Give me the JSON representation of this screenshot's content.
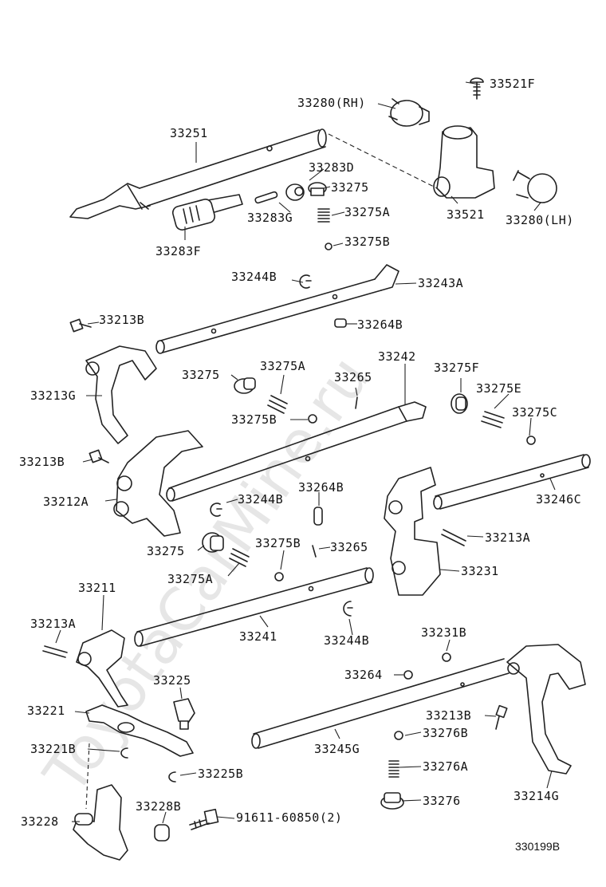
{
  "diagram": {
    "watermark": "ToyotaCarMine.ru",
    "figure_code": "330199B",
    "labels": [
      {
        "id": "33521F",
        "text": "33521F"
      },
      {
        "id": "33280rh",
        "text": "33280(RH)"
      },
      {
        "id": "33251",
        "text": "33251"
      },
      {
        "id": "33283D",
        "text": "33283D"
      },
      {
        "id": "33275a",
        "text": "33275"
      },
      {
        "id": "33283G",
        "text": "33283G"
      },
      {
        "id": "33275A_a",
        "text": "33275A"
      },
      {
        "id": "33521",
        "text": "33521"
      },
      {
        "id": "33280lh",
        "text": "33280(LH)"
      },
      {
        "id": "33283F",
        "text": "33283F"
      },
      {
        "id": "33275B_a",
        "text": "33275B"
      },
      {
        "id": "33244B_a",
        "text": "33244B"
      },
      {
        "id": "33243A",
        "text": "33243A"
      },
      {
        "id": "33213B_a",
        "text": "33213B"
      },
      {
        "id": "33264B_a",
        "text": "33264B"
      },
      {
        "id": "33242",
        "text": "33242"
      },
      {
        "id": "33275b",
        "text": "33275"
      },
      {
        "id": "33275A_b",
        "text": "33275A"
      },
      {
        "id": "33265_a",
        "text": "33265"
      },
      {
        "id": "33275F",
        "text": "33275F"
      },
      {
        "id": "33213G",
        "text": "33213G"
      },
      {
        "id": "33275E",
        "text": "33275E"
      },
      {
        "id": "33275B_b",
        "text": "33275B"
      },
      {
        "id": "33275C",
        "text": "33275C"
      },
      {
        "id": "33213B_b",
        "text": "33213B"
      },
      {
        "id": "33264B_b",
        "text": "33264B"
      },
      {
        "id": "33212A",
        "text": "33212A"
      },
      {
        "id": "33244B_b",
        "text": "33244B"
      },
      {
        "id": "33246C",
        "text": "33246C"
      },
      {
        "id": "33213A_a",
        "text": "33213A"
      },
      {
        "id": "33275c",
        "text": "33275"
      },
      {
        "id": "33275B_c",
        "text": "33275B"
      },
      {
        "id": "33265_b",
        "text": "33265"
      },
      {
        "id": "33275A_c",
        "text": "33275A"
      },
      {
        "id": "33231",
        "text": "33231"
      },
      {
        "id": "33211",
        "text": "33211"
      },
      {
        "id": "33213A_b",
        "text": "33213A"
      },
      {
        "id": "33241",
        "text": "33241"
      },
      {
        "id": "33244B_c",
        "text": "33244B"
      },
      {
        "id": "33231B",
        "text": "33231B"
      },
      {
        "id": "33264",
        "text": "33264"
      },
      {
        "id": "33225",
        "text": "33225"
      },
      {
        "id": "33221",
        "text": "33221"
      },
      {
        "id": "33213B_c",
        "text": "33213B"
      },
      {
        "id": "33276B",
        "text": "33276B"
      },
      {
        "id": "33221B",
        "text": "33221B"
      },
      {
        "id": "33245G",
        "text": "33245G"
      },
      {
        "id": "33276A",
        "text": "33276A"
      },
      {
        "id": "33225B",
        "text": "33225B"
      },
      {
        "id": "33276",
        "text": "33276"
      },
      {
        "id": "33214G",
        "text": "33214G"
      },
      {
        "id": "33228",
        "text": "33228"
      },
      {
        "id": "33228B",
        "text": "33228B"
      },
      {
        "id": "91611",
        "text": "91611-60850(2)"
      }
    ]
  }
}
